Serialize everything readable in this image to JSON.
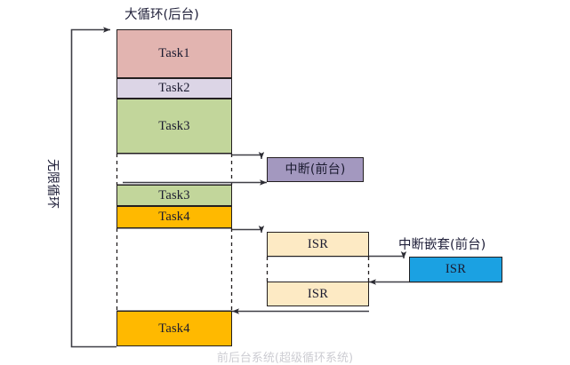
{
  "diagram": {
    "title_background": "大循环(后台)",
    "title_interrupt": "中断(前台)",
    "title_nested": "中断嵌套(前台)",
    "loop_label": "无限循环",
    "bottom_caption": "前后台系统(超级循环系统)",
    "colors": {
      "task1": "#e2b4b0",
      "task2": "#dcd5e6",
      "task3": "#c2d69b",
      "task4": "#ffb900",
      "interrupt": "#a398bf",
      "isr": "#fdeac4",
      "isr_nested": "#1ba1e2",
      "stroke": "#231f20",
      "line": "#3f3f46"
    },
    "background_blocks": [
      {
        "name": "task1",
        "label": "Task1",
        "fill": "#e2b4b0"
      },
      {
        "name": "task2",
        "label": "Task2",
        "fill": "#dcd5e6"
      },
      {
        "name": "task3",
        "label": "Task3",
        "fill": "#c2d69b"
      },
      {
        "name": "task3b",
        "label": "Task3",
        "fill": "#c2d69b"
      },
      {
        "name": "task4",
        "label": "Task4",
        "fill": "#ffb900"
      },
      {
        "name": "task4b",
        "label": "Task4",
        "fill": "#ffb900"
      }
    ],
    "foreground_blocks": [
      {
        "name": "interrupt",
        "label": "中断(前台)",
        "fill": "#a398bf"
      },
      {
        "name": "isr1",
        "label": "ISR",
        "fill": "#fdeac4"
      },
      {
        "name": "isr2",
        "label": "ISR",
        "fill": "#fdeac4"
      },
      {
        "name": "isr_nested",
        "label": "ISR",
        "fill": "#1ba1e2"
      }
    ]
  }
}
